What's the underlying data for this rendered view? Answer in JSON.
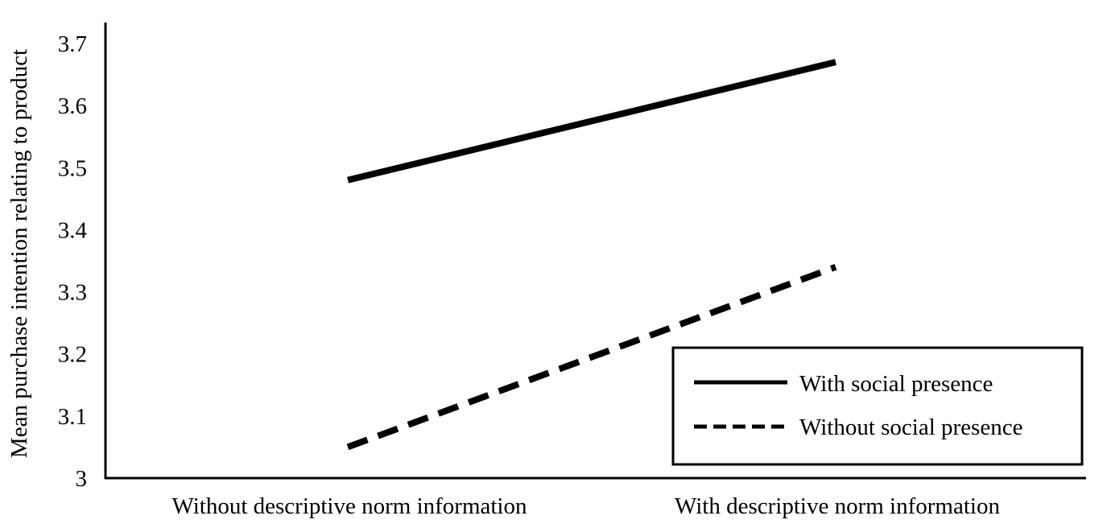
{
  "chart_data": {
    "type": "line",
    "categories": [
      "Without descriptive norm information",
      "With descriptive norm information"
    ],
    "series": [
      {
        "name": "With social presence",
        "values": [
          3.48,
          3.67
        ],
        "style": "solid"
      },
      {
        "name": "Without social presence",
        "values": [
          3.05,
          3.34
        ],
        "style": "dashed"
      }
    ],
    "ylabel": "Mean purchase intention relating to product",
    "xlabel": "",
    "ylim": [
      3,
      3.7
    ],
    "yticks": [
      "3",
      "3.1",
      "3.2",
      "3.3",
      "3.4",
      "3.5",
      "3.6",
      "3.7"
    ],
    "grid": false,
    "legend_position": "bottom-right",
    "line_color": "#000000"
  }
}
